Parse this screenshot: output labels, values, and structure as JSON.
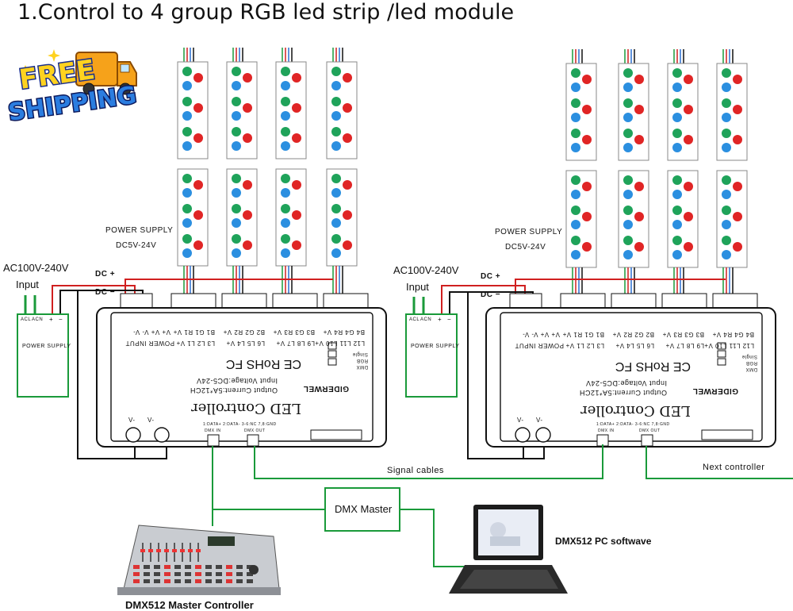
{
  "title": "1.Control to 4 group RGB led strip /led module",
  "badge": {
    "line1": "FREE",
    "line2": "SHIPPING"
  },
  "labels": {
    "power_supply_left": "POWER SUPPLY",
    "dc_range_left": "DC5V-24V",
    "power_supply_right": "POWER SUPPLY",
    "dc_range_right": "DC5V-24V",
    "ac_left": "AC100V-240V",
    "input_left": "Input",
    "ac_right": "AC100V-240V",
    "input_right": "Input",
    "dc_plus_left": "DC +",
    "dc_minus_left": "DC −",
    "dc_plus_right": "DC +",
    "dc_minus_right": "DC −",
    "psu_box_label": "POWER SUPPLY",
    "psu_terminal_acl": "ACL",
    "psu_terminal_acn": "ACN",
    "psu_terminal_plus": "+",
    "psu_terminal_minus": "−",
    "signal_cables": "Signal cables",
    "next_controller": "Next   controller",
    "dmx_master": "DMX Master",
    "pc_software": "DMX512  PC  softwave",
    "master_controller": "DMX512 Master Controller"
  },
  "controller": {
    "power_input": "POWER INPUT",
    "power_pins": "V+ V+ V- V-",
    "groups": [
      "B1 G1 R1 V+",
      "B2 G2 R2 V+",
      "B3 G3 R3 V+",
      "B4 G4 R4 V+"
    ],
    "outputs": [
      "L3 L2 L1 V+",
      "L6 L5 L4 V+",
      "L9 L8 L7 V+",
      "L12 L11 L10 V+"
    ],
    "certs": "CE RoHS FC",
    "mode_dmx": "DMX",
    "mode_rgb": "RGB",
    "mode_single": "Single",
    "input_voltage": "Input Voltage:DC5-24V",
    "output_current": "Output Current:5A*12CH",
    "brand": "GIDERWEL",
    "product": "LED Controller",
    "v_minus": "V-",
    "dmx_pins": "1:DATA+  2:DATA-  3-6:NC  7,8:GND",
    "dmx_in": "DMX IN",
    "dmx_out": "DMX OUT"
  }
}
